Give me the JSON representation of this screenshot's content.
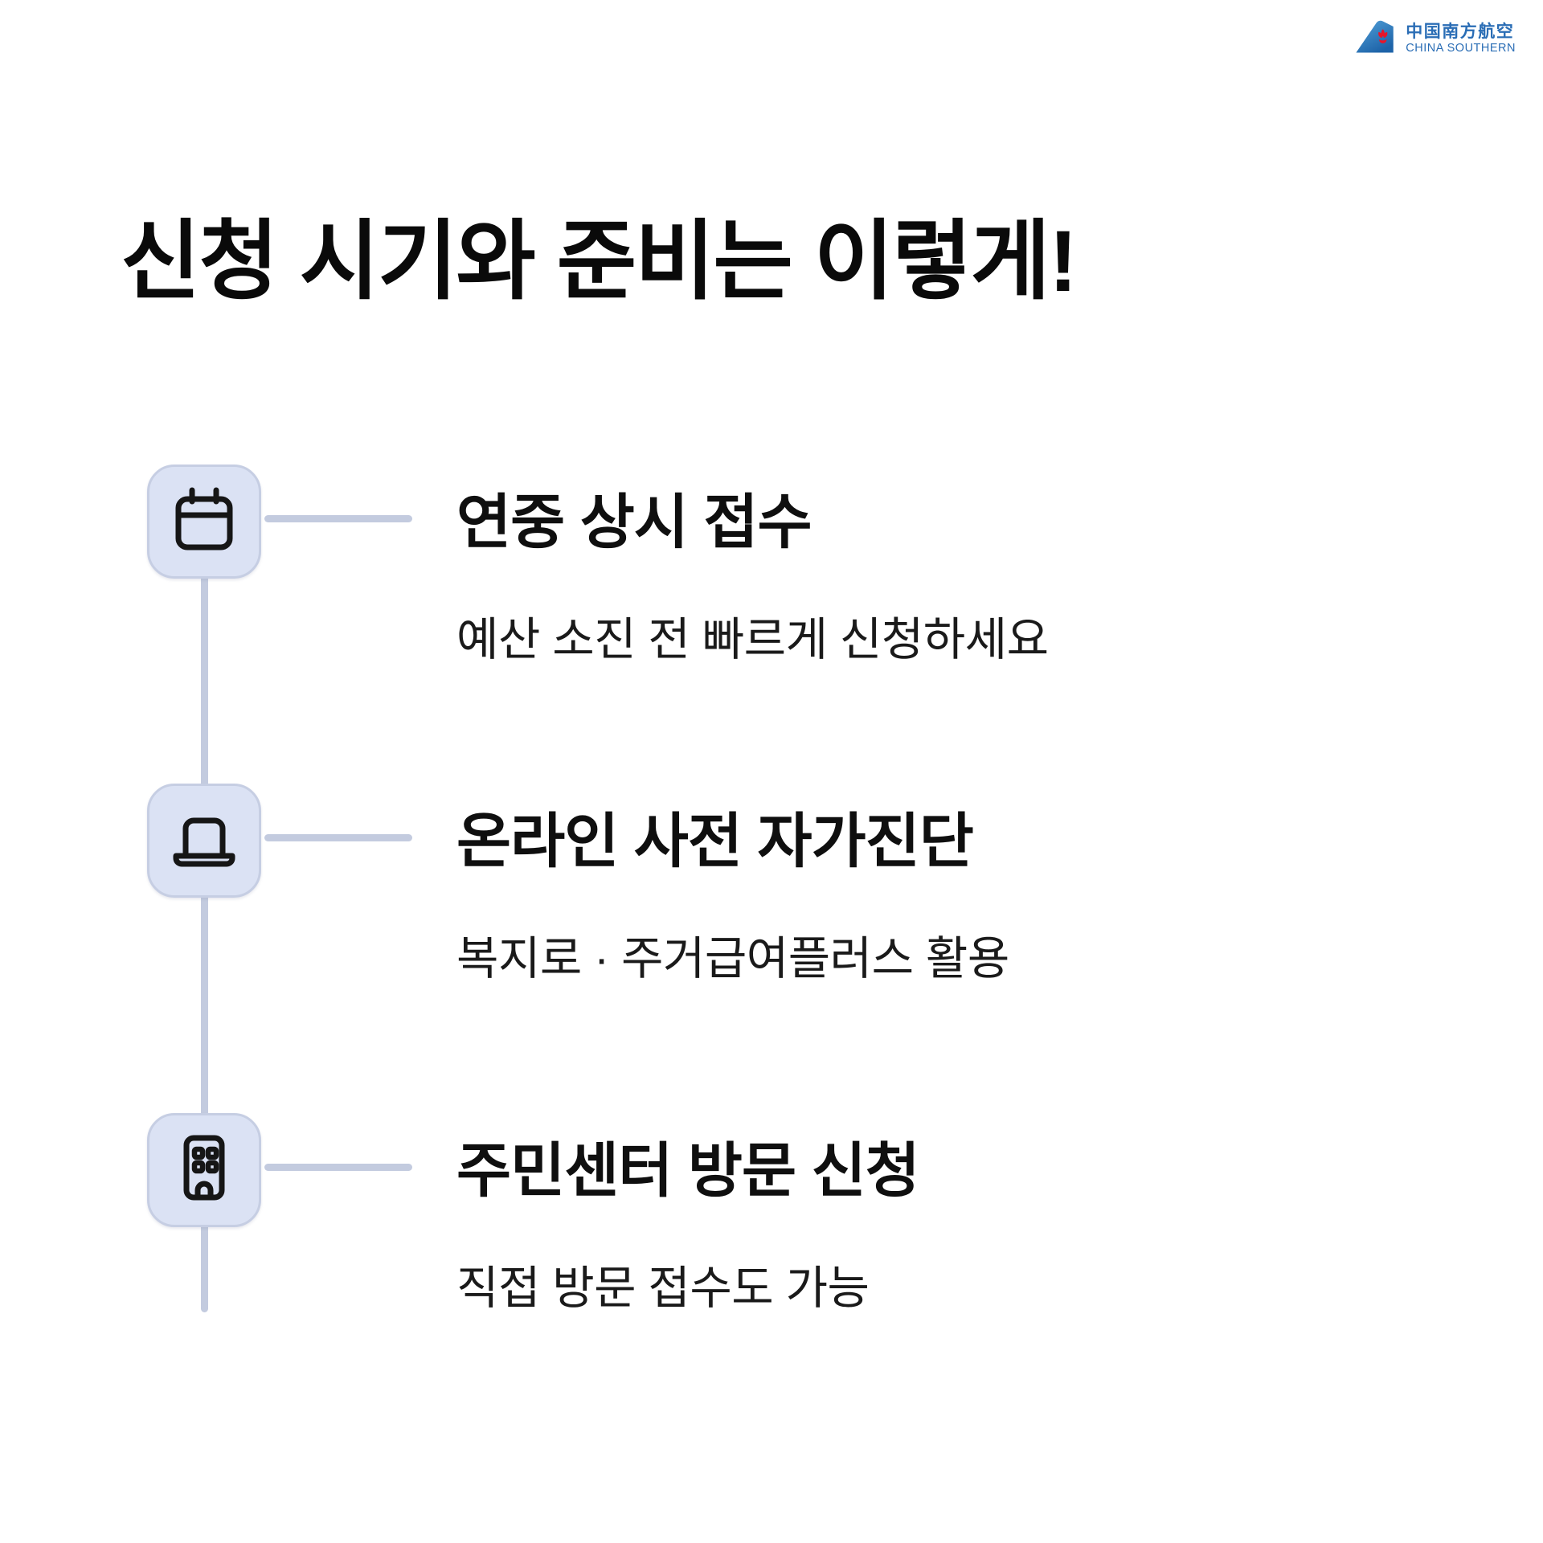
{
  "logo": {
    "cn": "中国南方航空",
    "en": "CHINA SOUTHERN"
  },
  "title": "신청 시기와 준비는 이렇게!",
  "timeline": {
    "items": [
      {
        "icon": "calendar-icon",
        "heading": "연중 상시 접수",
        "subtitle": "예산 소진 전 빠르게 신청하세요"
      },
      {
        "icon": "laptop-icon",
        "heading": "온라인 사전 자가진단",
        "subtitle": "복지로 · 주거급여플러스 활용"
      },
      {
        "icon": "building-icon",
        "heading": "주민센터 방문 신청",
        "subtitle": "직접 방문 접수도 가능"
      }
    ]
  },
  "colors": {
    "accent_box": "#dbe2f4",
    "connector": "#c3cbdf",
    "logo_blue": "#2a6db5",
    "logo_red": "#e8152a",
    "text": "#0f0f0f"
  }
}
